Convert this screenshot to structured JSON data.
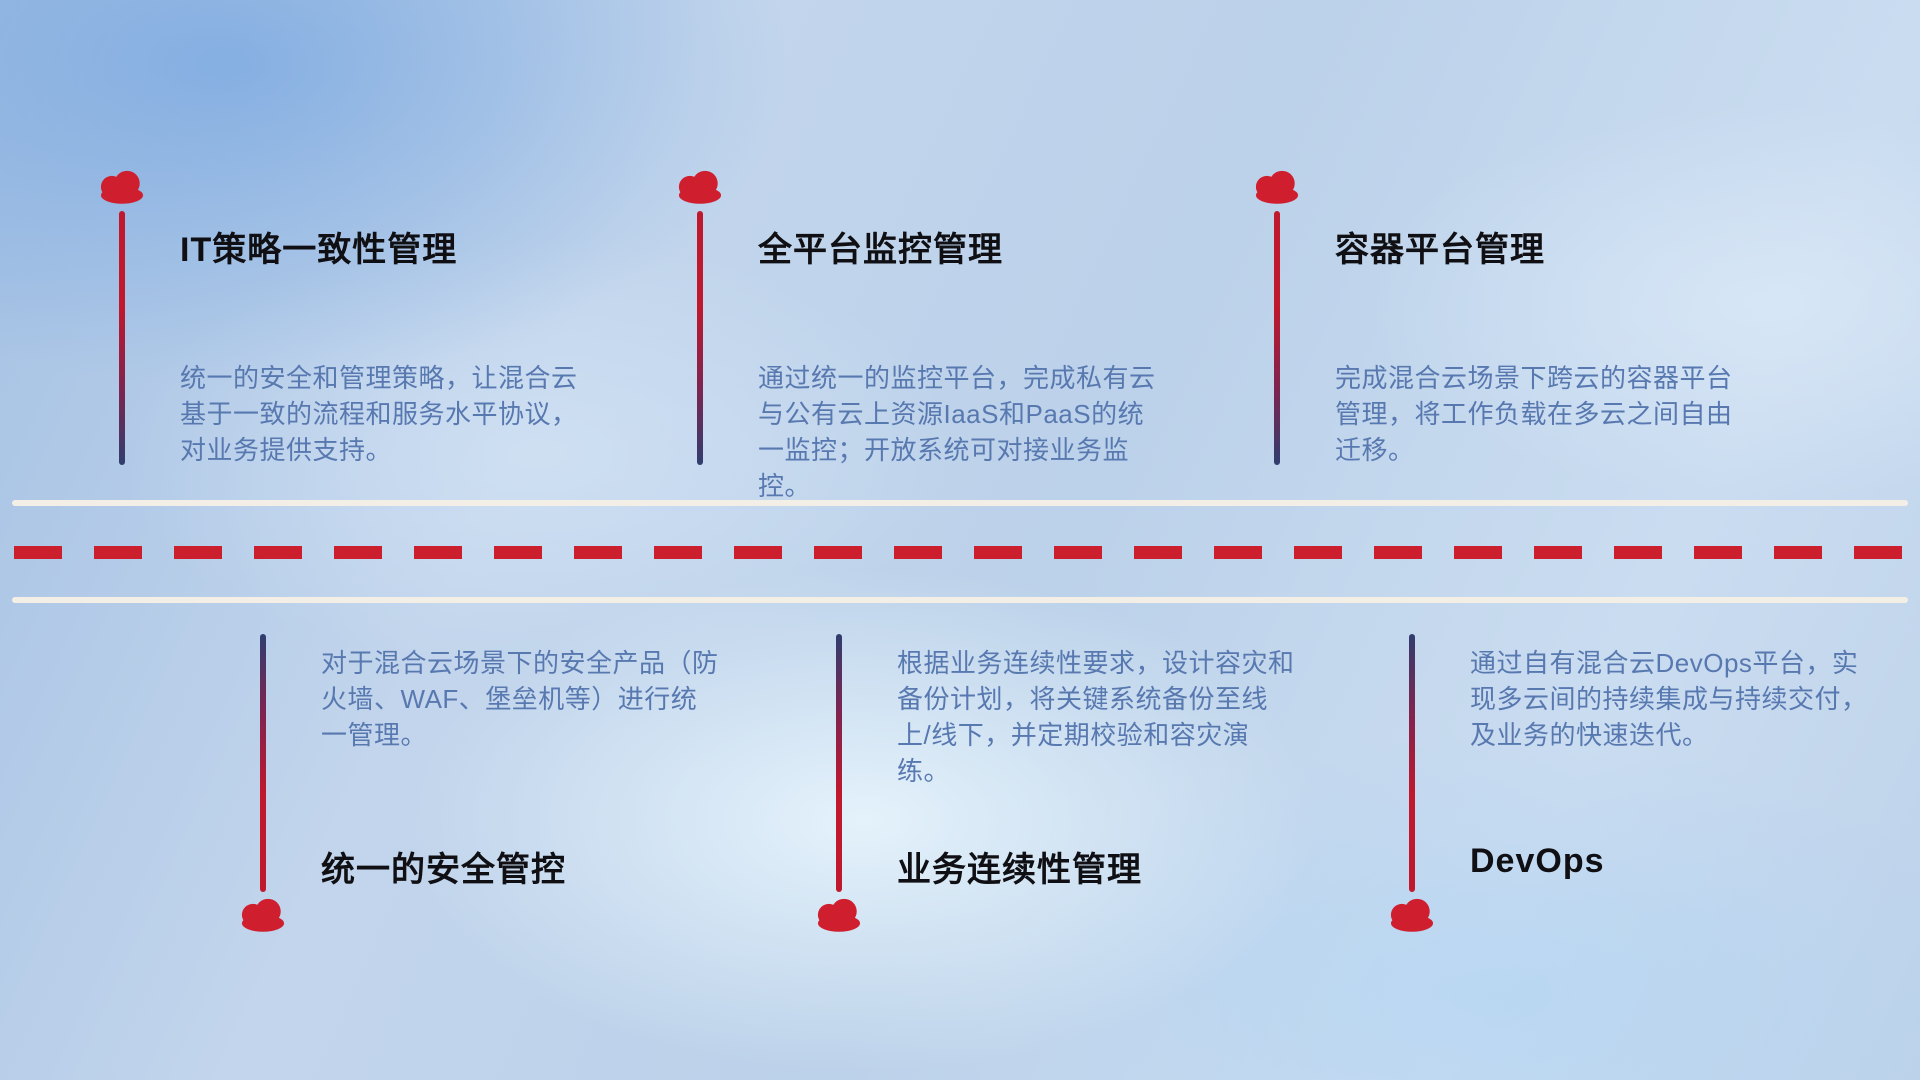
{
  "colors": {
    "cloud_red": "#cf1f2e",
    "line_red": "#c0182c",
    "line_navy": "#2f3e6f",
    "title_color": "#101014",
    "description_color": "#5878b0",
    "road_white": "#f3efe7",
    "dash_red": "#cc1f2d"
  },
  "top_items": [
    {
      "title": "IT策略一致性管理",
      "description": "统一的安全和管理策略，让混合云基于一致的流程和服务水平协议，对业务提供支持。"
    },
    {
      "title": "全平台监控管理",
      "description": "通过统一的监控平台，完成私有云与公有云上资源IaaS和PaaS的统一监控；开放系统可对接业务监控。"
    },
    {
      "title": "容器平台管理",
      "description": "完成混合云场景下跨云的容器平台管理，将工作负载在多云之间自由迁移。"
    }
  ],
  "bottom_items": [
    {
      "title": "统一的安全管控",
      "description": "对于混合云场景下的安全产品（防火墙、WAF、堡垒机等）进行统一管理。"
    },
    {
      "title": "业务连续性管理",
      "description": "根据业务连续性要求，设计容灾和备份计划，将关键系统备份至线上/线下，并定期校验和容灾演练。"
    },
    {
      "title": "DevOps",
      "description": "通过自有混合云DevOps平台，实现多云间的持续集成与持续交付，及业务的快速迭代。"
    }
  ]
}
